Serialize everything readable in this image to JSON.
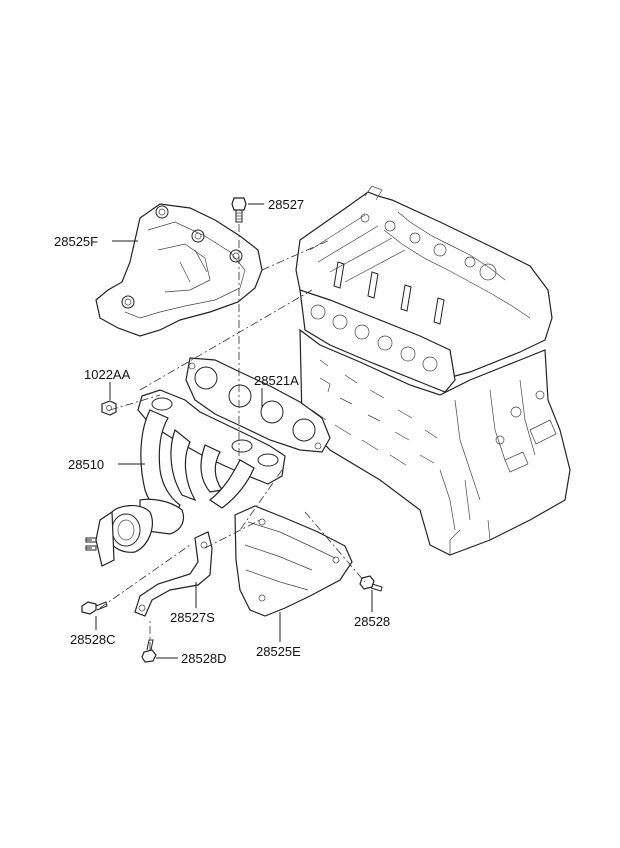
{
  "diagram": {
    "parts": [
      {
        "id": "28527",
        "label": "28527"
      },
      {
        "id": "28525F",
        "label": "28525F"
      },
      {
        "id": "1022AA",
        "label": "1022AA"
      },
      {
        "id": "28521A",
        "label": "28521A"
      },
      {
        "id": "28510",
        "label": "28510"
      },
      {
        "id": "28527S",
        "label": "28527S"
      },
      {
        "id": "28528C",
        "label": "28528C"
      },
      {
        "id": "28528",
        "label": "28528"
      },
      {
        "id": "28525E",
        "label": "28525E"
      },
      {
        "id": "28528D",
        "label": "28528D"
      }
    ]
  }
}
